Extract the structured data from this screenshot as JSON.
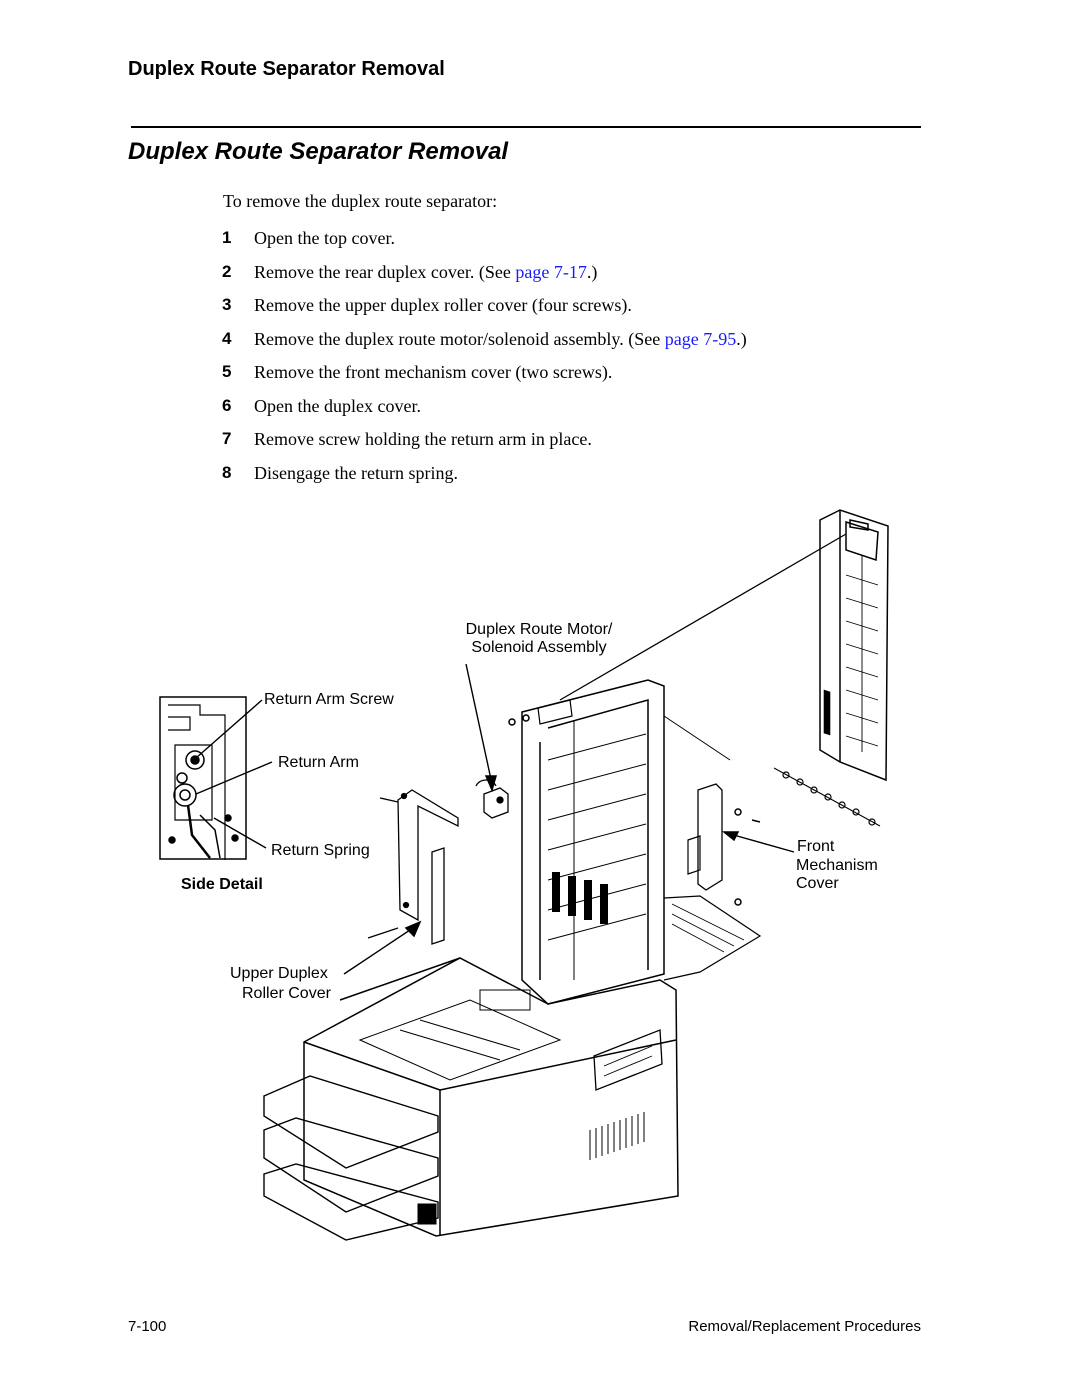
{
  "header": {
    "running_title": "Duplex Route Separator Removal"
  },
  "section": {
    "title": "Duplex Route Separator Removal"
  },
  "intro": "To remove the duplex route separator:",
  "steps": [
    {
      "num": "1",
      "text": "Open the top cover."
    },
    {
      "num": "2",
      "text": "Remove the rear duplex cover. (See ",
      "link": "page 7-17",
      "after": ".)"
    },
    {
      "num": "3",
      "text": "Remove the upper duplex roller cover (four screws)."
    },
    {
      "num": "4",
      "text": "Remove the duplex route motor/solenoid assembly. (See ",
      "link": "page 7-95",
      "after": ".)"
    },
    {
      "num": "5",
      "text": "Remove the front mechanism cover (two screws)."
    },
    {
      "num": "6",
      "text": "Open the duplex cover."
    },
    {
      "num": "7",
      "text": "Remove screw holding the return arm in place."
    },
    {
      "num": "8",
      "text": "Disengage the return spring."
    }
  ],
  "figure": {
    "labels": {
      "motor_line1": "Duplex Route Motor/",
      "motor_line2": "Solenoid Assembly",
      "return_arm_screw": "Return Arm Screw",
      "return_arm": "Return Arm",
      "return_spring": "Return Spring",
      "side_detail": "Side Detail",
      "front_line1": "Front",
      "front_line2": "Mechanism",
      "front_line3": "Cover",
      "upper_line1": "Upper Duplex",
      "upper_line2": "Roller Cover"
    }
  },
  "footer": {
    "page_number": "7-100",
    "section_name": "Removal/Replacement Procedures"
  }
}
